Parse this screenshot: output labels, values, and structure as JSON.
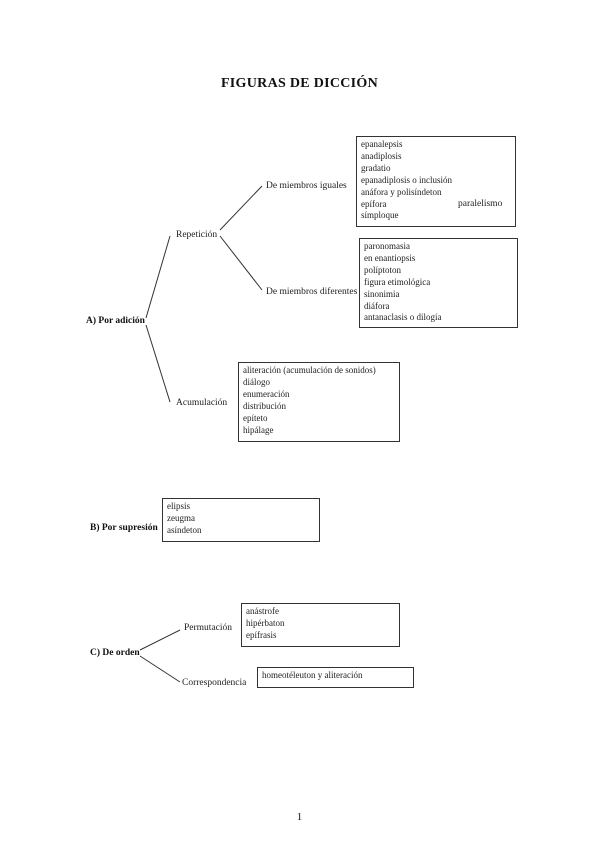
{
  "title": "FIGURAS DE DICCIÓN",
  "page_number": "1",
  "sections": {
    "adicion": {
      "label": "A) Por adición",
      "repeticion": {
        "label": "Repetición",
        "iguales": {
          "label": "De miembros iguales",
          "items": [
            "epanalepsis",
            "anadiplosis",
            "gradatio",
            "epanadiplosis o inclusión",
            "anáfora y polisíndeton",
            "epífora",
            "símploque"
          ],
          "bracket_note": "paralelismo"
        },
        "diferentes": {
          "label": "De miembros diferentes",
          "items": [
            "paronomasia",
            "en enantiopsis",
            "políptoton",
            "figura etimológica",
            "sinonimia",
            "diáfora",
            "antanaclasis o dilogía"
          ]
        }
      },
      "acumulacion": {
        "label": "Acumulación",
        "items": [
          "aliteración (acumulación de sonidos)",
          "diálogo",
          "enumeración",
          "distribución",
          "epíteto",
          "hipálage"
        ]
      }
    },
    "supresion": {
      "label": "B) Por supresión",
      "items": [
        "elipsis",
        "zeugma",
        "asíndeton"
      ]
    },
    "orden": {
      "label": "C) De orden",
      "permutacion": {
        "label": "Permutación",
        "items": [
          "anástrofe",
          "hipérbaton",
          "epífrasis"
        ]
      },
      "correspondencia": {
        "label": "Correspondencia",
        "items": [
          "homeotéleuton y aliteración"
        ]
      }
    }
  }
}
